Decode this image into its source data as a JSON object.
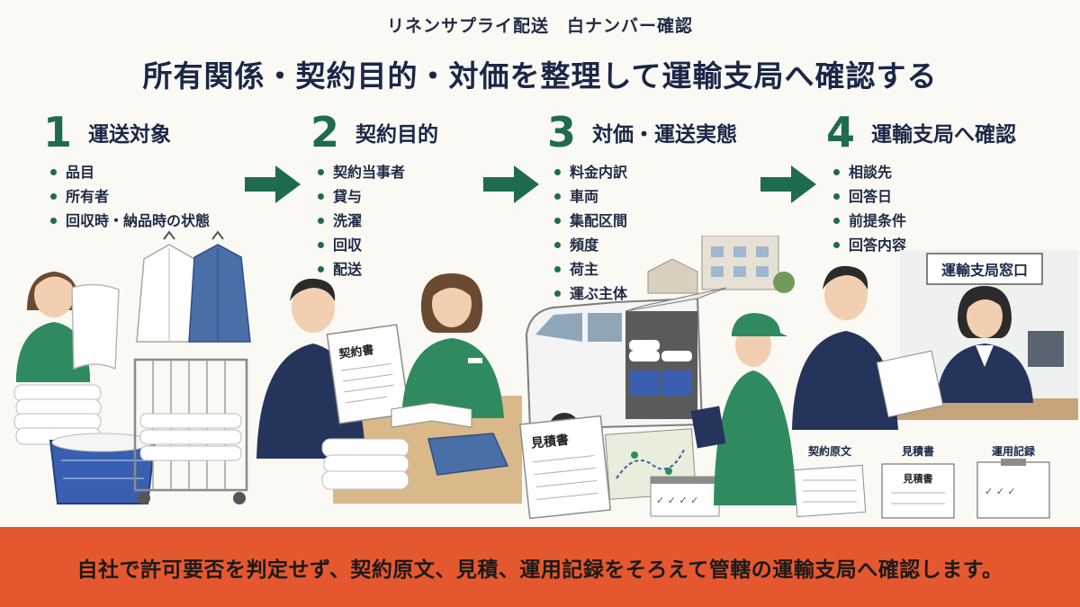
{
  "header": {
    "subtitle": "リネンサプライ配送　白ナンバー確認",
    "title": "所有関係・契約目的・対価を整理して運輸支局へ確認する"
  },
  "steps": [
    {
      "number": "1",
      "title": "運送対象",
      "items": [
        "品目",
        "所有者",
        "回収時・納品時の状態"
      ]
    },
    {
      "number": "2",
      "title": "契約目的",
      "items": [
        "契約当事者",
        "貸与",
        "洗濯",
        "回収",
        "配送"
      ]
    },
    {
      "number": "3",
      "title": "対価・運送実態",
      "items": [
        "料金内訳",
        "車両",
        "集配区間",
        "頻度",
        "荷主",
        "運ぶ主体"
      ]
    },
    {
      "number": "4",
      "title": "運輸支局へ確認",
      "items": [
        "相談先",
        "回答日",
        "前提条件",
        "回答内容"
      ]
    }
  ],
  "illustrations": {
    "contract_doc": "契約書",
    "estimate_doc": "見積書",
    "office_sign": "運輸支局窓口",
    "doc_labels": [
      "契約原文",
      "見積書",
      "運用記録"
    ],
    "estimate_doc_small": "見積書"
  },
  "footer": {
    "banner": "自社で許可要否を判定せず、契約原文、見積、運用記録をそろえて管轄の運輸支局へ確認します。"
  },
  "colors": {
    "accent_green": "#1f6b4e",
    "banner_orange": "#e5582f",
    "navy": "#1a2747",
    "background": "#fbf9f4"
  }
}
